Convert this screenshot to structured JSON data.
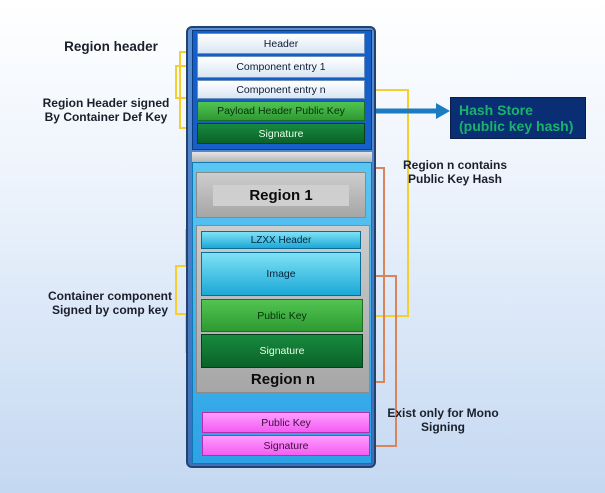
{
  "colors": {
    "bracket_yellow": "#f4cf2e",
    "bracket_orange": "#d9845a",
    "arrow_blue": "#1c7cc2",
    "hash_text": "#19b36b"
  },
  "header_region": {
    "header": "Header",
    "component_entry_1": "Component entry 1",
    "component_entry_n": "Component entry n",
    "payload_header_public_key": "Payload Header Public Key",
    "signature": "Signature"
  },
  "region_1": {
    "title": "Region 1"
  },
  "region_n": {
    "lzxx_header": "LZXX   Header",
    "image": "Image",
    "public_key": "Public Key",
    "signature": "Signature",
    "title": "Region n"
  },
  "mono": {
    "public_key": "Public Key",
    "signature": "Signature"
  },
  "labels": {
    "region_header": "Region header",
    "region_header_signed_line1": "Region Header signed",
    "region_header_signed_line2": "By Container Def Key",
    "container_component_line1": "Container component",
    "container_component_line2": "Signed by comp key",
    "region_n_contains_line1": "Region n contains",
    "region_n_contains_line2": "Public Key Hash",
    "exist_mono_line1": "Exist only for Mono",
    "exist_mono_line2": "Signing"
  },
  "hash_store": {
    "line1": "Hash Store",
    "line2": "(public key hash)"
  }
}
